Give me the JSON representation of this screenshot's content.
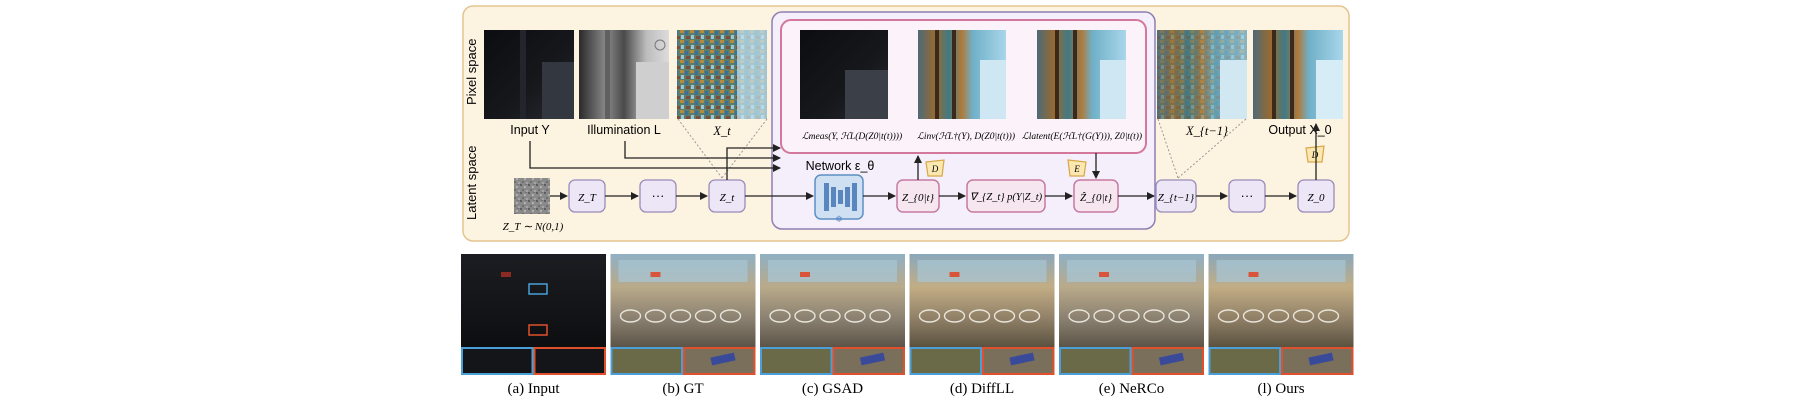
{
  "pipeline": {
    "row_labels": {
      "pixel": "Pixel space",
      "latent": "Latent space"
    },
    "pixel_labels": {
      "input": "Input Y",
      "illumination": "Illumination L",
      "xt": "X_t",
      "xt1": "X_{t−1}",
      "output": "Output X_0"
    },
    "latent_nodes": {
      "noise_label": "Z_T ∼ N(0,1)",
      "zT": "Z_T",
      "dots1": "···",
      "zt": "Z_t",
      "z0t": "Z_{0|t}",
      "grad": "∇_{Z_t} p(Y|Z_t)",
      "zhat": "Ẑ_{0|t}",
      "zt1": "Z_{t−1}",
      "dots2": "···",
      "z0": "Z_0"
    },
    "network_label": "Network ε_θ",
    "decoder_symbol": "D",
    "encoder_symbol": "E",
    "losses": {
      "meas": "ℒmeas(Y, ℋL(D(Z0|t(t))))",
      "inv": "ℒinv(ℋL†(Y), D(Z0|t(t)))",
      "latent": "ℒlatent(E(ℋL†(G(Y))), Z0|t(t))"
    }
  },
  "comparison": {
    "captions": [
      "(a) Input",
      "(b) GT",
      "(c) GSAD",
      "(d) DiffLL",
      "(e) NeRCo",
      "(l) Ours"
    ],
    "crop_colors": {
      "blue": "#4a9fd8",
      "red": "#e0502c"
    }
  },
  "colors": {
    "panel_fill": "#fdf3e1",
    "panel_stroke": "#e3c58f",
    "node_fill": "#ece6f6",
    "node_stroke": "#9a8cba",
    "pink_stroke": "#d4779c",
    "inner_fill": "#f6eef8"
  }
}
